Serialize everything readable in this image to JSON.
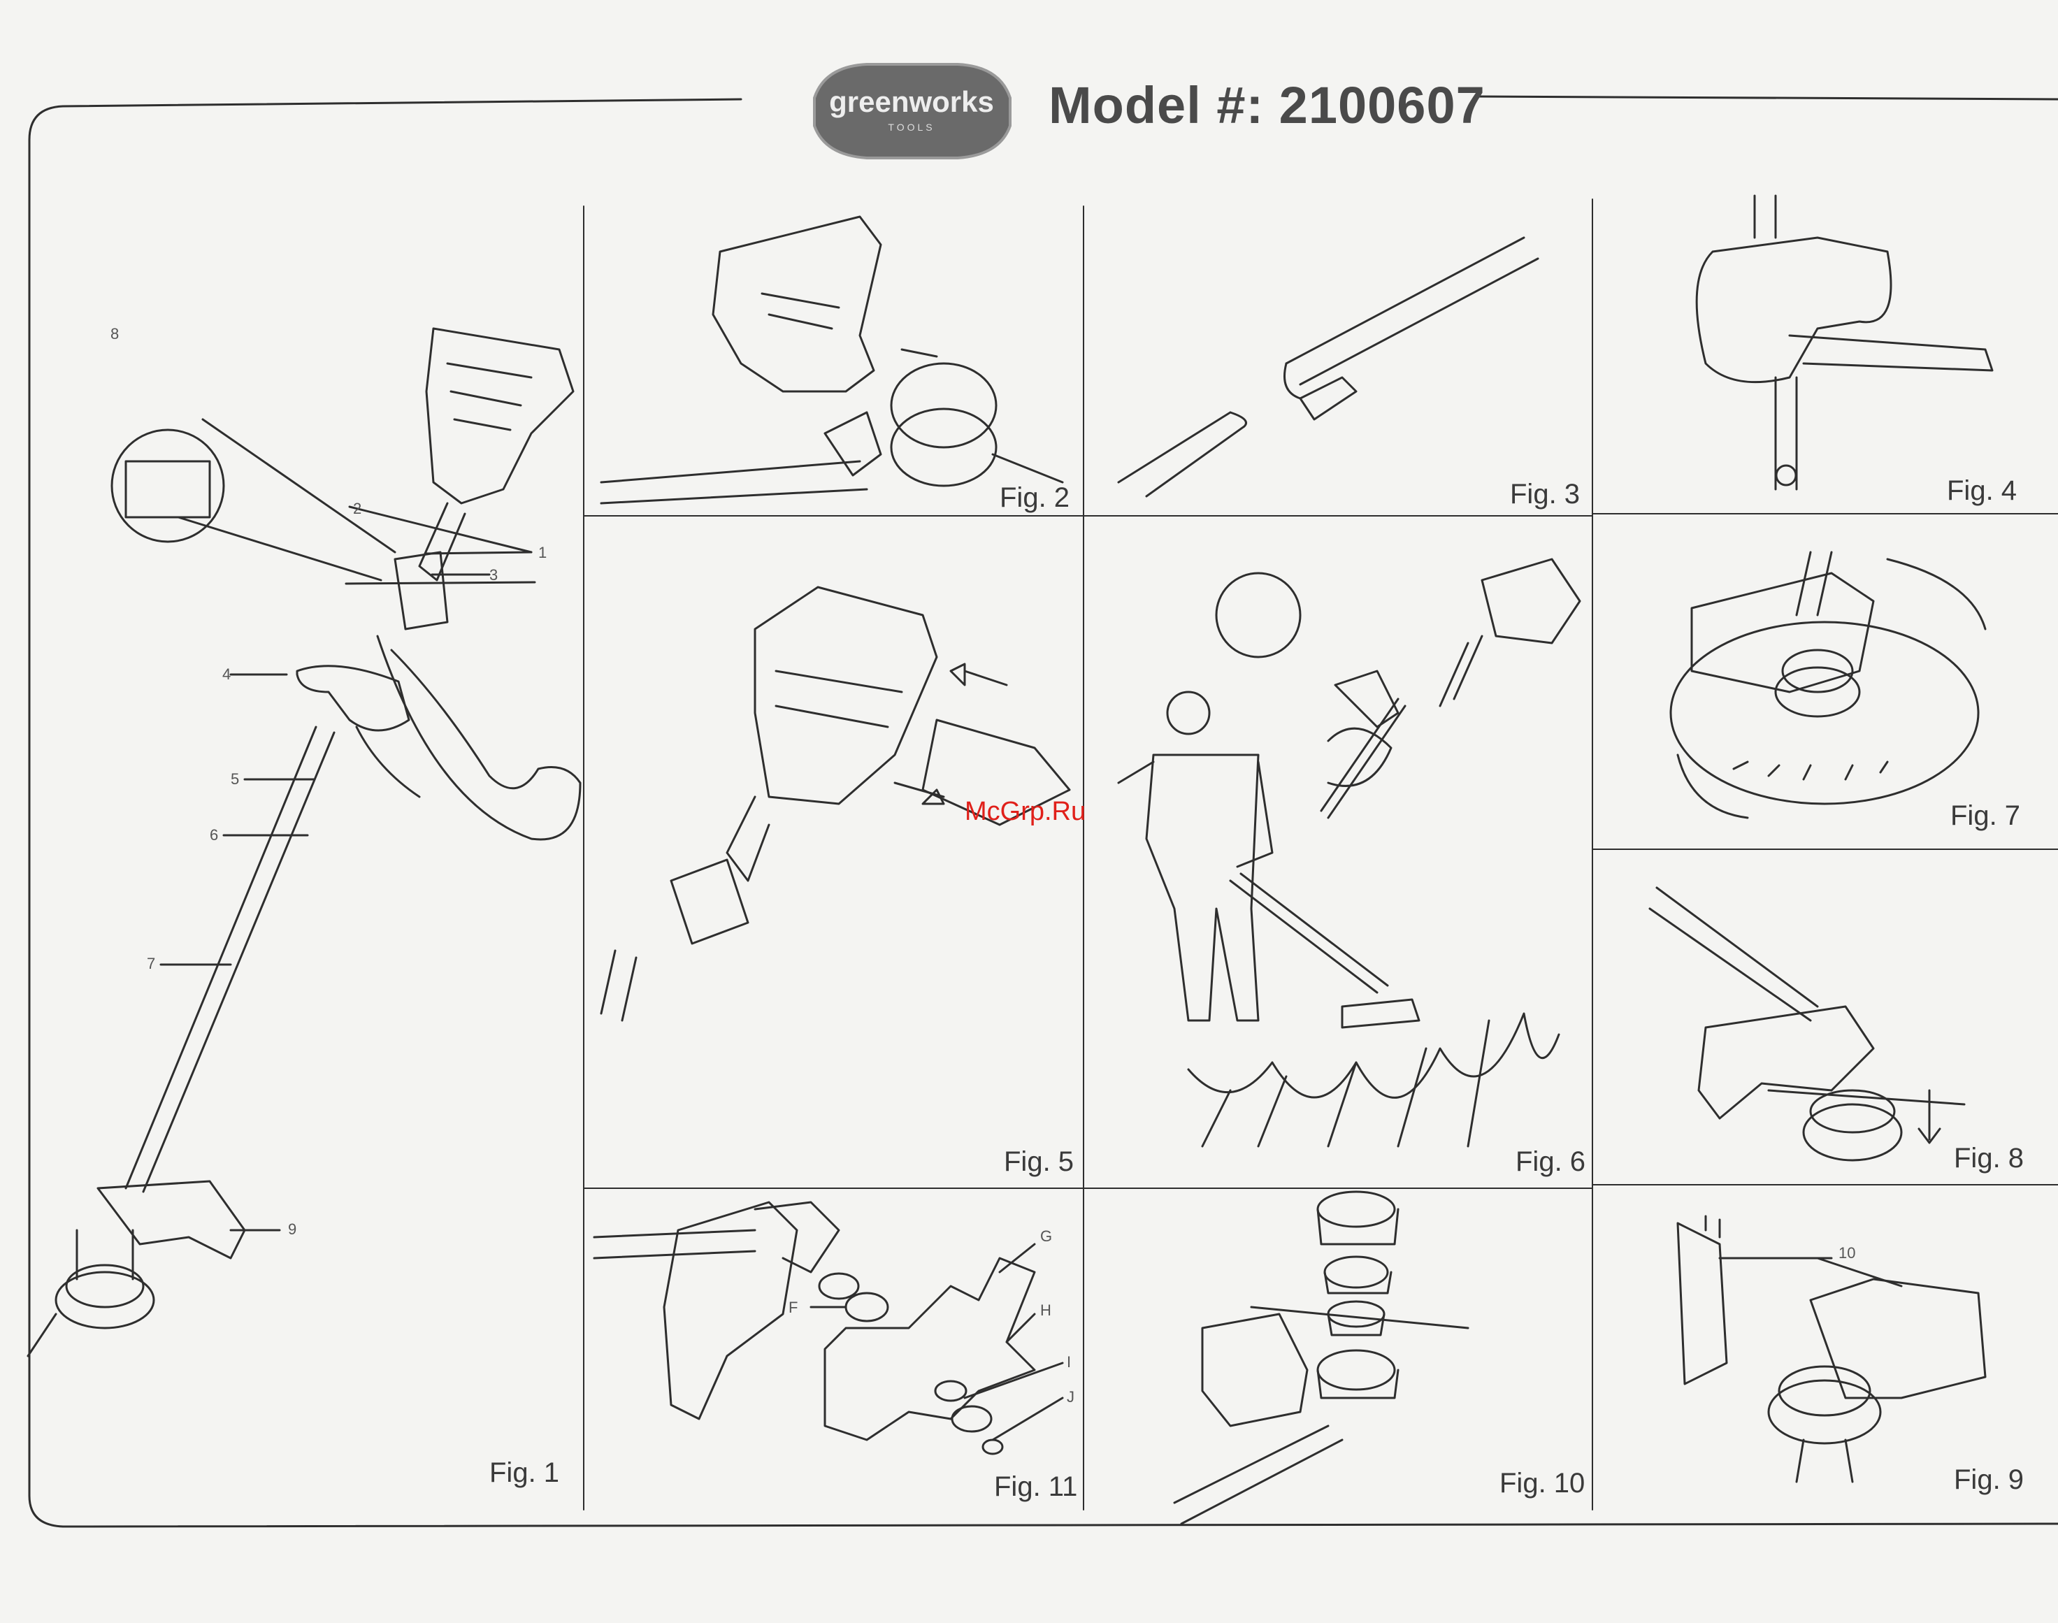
{
  "header": {
    "brand": "greenworks",
    "brand_sub": "TOOLS",
    "model_label": "Model #: 2100607"
  },
  "watermark": "McGrp.Ru",
  "figures": {
    "fig1": "Fig. 1",
    "fig2": "Fig. 2",
    "fig3": "Fig. 3",
    "fig4": "Fig. 4",
    "fig5": "Fig. 5",
    "fig6": "Fig. 6",
    "fig7": "Fig. 7",
    "fig8": "Fig. 8",
    "fig9": "Fig. 9",
    "fig10": "Fig. 10",
    "fig11": "Fig. 11"
  },
  "callouts": {
    "fig1": [
      "1",
      "2",
      "3",
      "4",
      "5",
      "6",
      "7",
      "8",
      "9"
    ],
    "fig11": [
      "F",
      "G",
      "H",
      "I",
      "J"
    ],
    "fig9": [
      "10"
    ]
  },
  "colors": {
    "line": "#2e2e2e",
    "paper": "#f4f4f2",
    "logo_badge": "#6a6a6a",
    "watermark": "#e0201a"
  }
}
